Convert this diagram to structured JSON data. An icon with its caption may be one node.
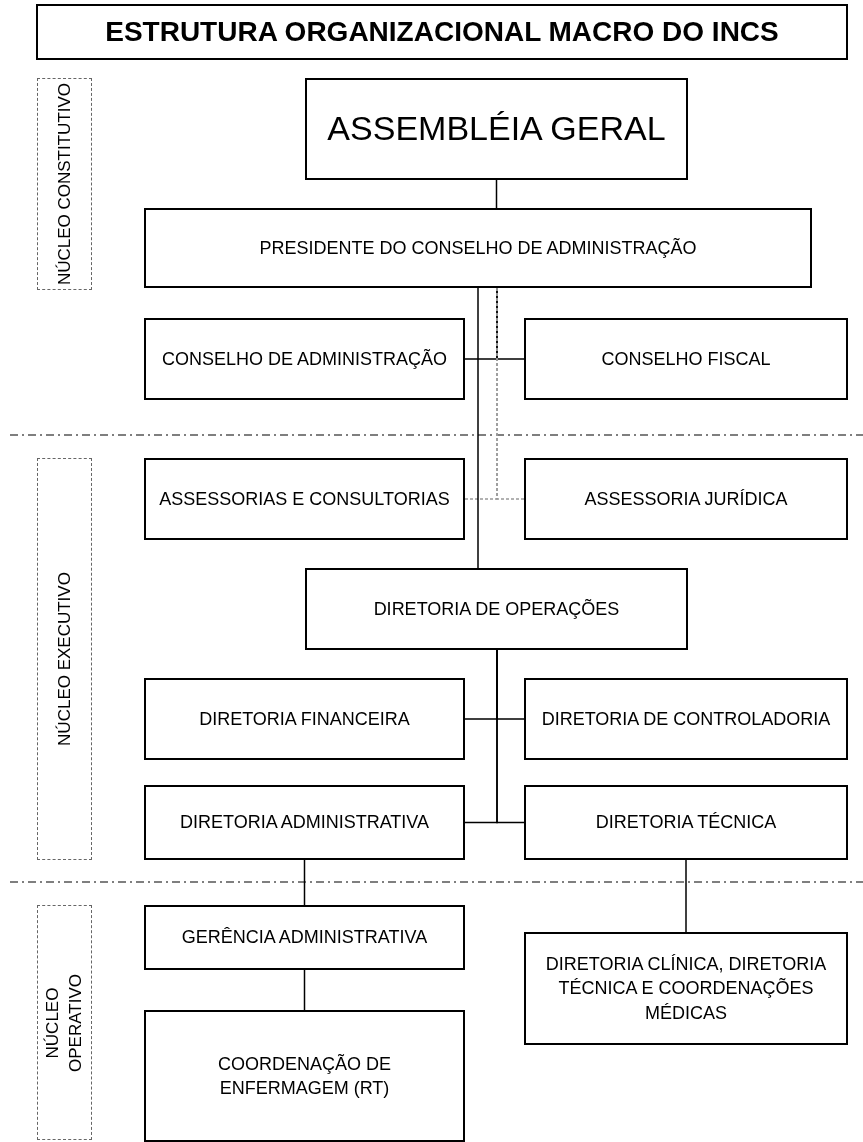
{
  "diagram": {
    "title": "ESTRUTURA ORGANIZACIONAL MACRO DO INCS",
    "nodes": [
      {
        "text": [
          "NÚCLEO CONSTITUTIVO"
        ]
      },
      {
        "text": [
          "ASSEMBLÉIA GERAL"
        ]
      },
      {
        "text": [
          "PRESIDENTE DO CONSELHO DE ADMINISTRAÇÃO"
        ]
      },
      {
        "text": [
          "CONSELHO DE ADMINISTRAÇÃO"
        ]
      },
      {
        "text": [
          "CONSELHO FISCAL"
        ]
      },
      {
        "text": [
          "NÚCLEO EXECUTIVO"
        ]
      },
      {
        "text": [
          "ASSESSORIAS E CONSULTORIAS"
        ]
      },
      {
        "text": [
          "ASSESSORIA JURÍDICA"
        ]
      },
      {
        "text": [
          "DIRETORIA DE OPERAÇÕES"
        ]
      },
      {
        "text": [
          "DIRETORIA FINANCEIRA"
        ]
      },
      {
        "text": [
          "DIRETORIA DE CONTROLADORIA"
        ]
      },
      {
        "text": [
          "DIRETORIA ADMINISTRATIVA"
        ]
      },
      {
        "text": [
          "DIRETORIA TÉCNICA"
        ]
      },
      {
        "text": [
          "NÚCLEO OPERATIVO"
        ]
      },
      {
        "text": [
          "GERÊNCIA ADMINISTRATIVA"
        ]
      },
      {
        "text": [
          "COORDENAÇÃO DE ENFERMAGEM (RT)"
        ]
      },
      {
        "text": [
          "DIRETORIA CLÍNICA, DIRETORIA TÉCNICA E COORDENAÇÕES MÉDICAS"
        ]
      }
    ],
    "edges": [
      {
        "from": 1,
        "to": 2,
        "arrow": "none"
      },
      {
        "from": 2,
        "to": 3,
        "arrow": "none"
      },
      {
        "from": 2,
        "to": 4,
        "arrow": "none"
      },
      {
        "from": 2,
        "to": 6,
        "arrow": "none",
        "style": "dashed",
        "color": "#999999"
      },
      {
        "from": 2,
        "to": 7,
        "arrow": "none",
        "style": "dashed",
        "color": "#999999"
      },
      {
        "from": 2,
        "to": 8,
        "arrow": "none"
      },
      {
        "from": 8,
        "to": 9,
        "arrow": "none"
      },
      {
        "from": 8,
        "to": 10,
        "arrow": "none"
      },
      {
        "from": 8,
        "to": 11,
        "arrow": "none"
      },
      {
        "from": 8,
        "to": 12,
        "arrow": "none"
      },
      {
        "from": 11,
        "to": 14,
        "arrow": "none"
      },
      {
        "from": 14,
        "to": 15,
        "arrow": "none"
      },
      {
        "from": 12,
        "to": 16,
        "arrow": "none"
      }
    ]
  }
}
